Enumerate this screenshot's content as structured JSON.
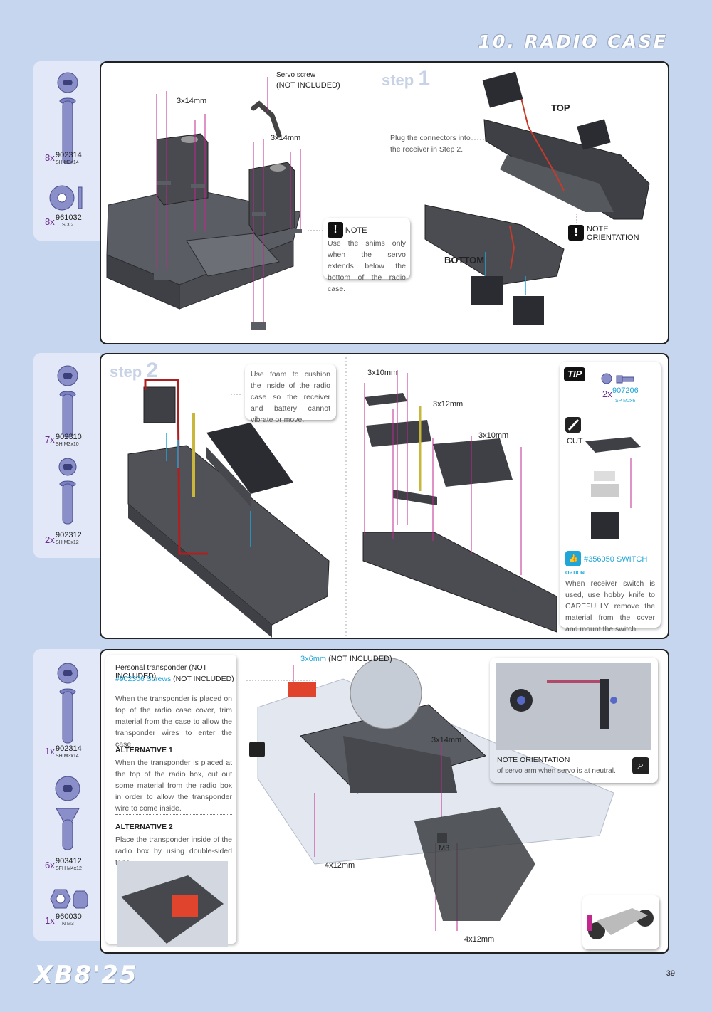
{
  "section_title": "10. RADIO CASE",
  "brand": "XB8'25",
  "page_number": "39",
  "parts": [
    {
      "qty": "8x",
      "code": "902314",
      "desc": "SH M3x14"
    },
    {
      "qty": "8x",
      "code": "961032",
      "desc": "S 3.2"
    },
    {
      "qty": "7x",
      "code": "902310",
      "desc": "SH M3x10"
    },
    {
      "qty": "2x",
      "code": "902312",
      "desc": "SH M3x12"
    },
    {
      "qty": "1x",
      "code": "902314",
      "desc": "SH M3x14"
    },
    {
      "qty": "6x",
      "code": "903412",
      "desc": "SFH M4x12"
    },
    {
      "qty": "1x",
      "code": "960030",
      "desc": "N M3"
    }
  ],
  "panel1": {
    "servo_screw": "Servo screw",
    "not_included": "(NOT INCLUDED)",
    "screw_a": "3x14mm",
    "screw_b": "3x14mm",
    "note_title": "NOTE",
    "note_text": "Use the shims only when the servo extends below the bottom of the radio case.",
    "step_word": "step",
    "step_num": "1",
    "plug_text": "Plug the connectors into the receiver in Step 2.",
    "top_label": "TOP",
    "bottom_label": "BOTTOM",
    "note_orient_1": "NOTE",
    "note_orient_2": "ORIENTATION"
  },
  "panel2": {
    "step_word": "step",
    "step_num": "2",
    "foam_text": "Use foam to cushion the inside of the radio case so the receiver and battery cannot vibrate or move.",
    "screw_a": "3x10mm",
    "screw_b": "3x12mm",
    "screw_c": "3x10mm",
    "tip": "TIP",
    "tip_qty": "2x",
    "tip_code": "907206",
    "tip_desc": "SP M2x6",
    "cut": "CUT",
    "switch_code": "#356050 SWITCH",
    "option": "OPTION",
    "switch_text": "When receiver switch is used, use hobby knife to CAREFULLY remove the material from the cover and mount the switch."
  },
  "panel3": {
    "transponder_title": "Personal transponder (NOT INCLUDED)",
    "screws_code": "#902306 Screws",
    "screws_ni": "(NOT INCLUDED)",
    "intro": "When the transponder is placed on top of the radio case cover, trim material from the case to allow the transponder wires to enter the case.",
    "alt1_title": "ALTERNATIVE 1",
    "alt1_text": "When the transponder is placed at the top of the radio box, cut out some material from the radio box in order to allow the transponder wire to come inside.",
    "alt2_title": "ALTERNATIVE 2",
    "alt2_text": "Place the transponder inside of the radio box by using double-sided tape.",
    "screw_top": "3x6mm",
    "screw_top_ni": "(NOT INCLUDED)",
    "screw_mid": "3x14mm",
    "nut": "M3",
    "screw_left": "4x12mm",
    "screw_bottom": "4x12mm",
    "orient_title": "NOTE ORIENTATION",
    "orient_text": "of servo arm when servo is at neutral."
  },
  "colors": {
    "accent": "#6b2c8e",
    "cyan": "#1fa5d8",
    "page_bg": "#c6d6ee"
  }
}
